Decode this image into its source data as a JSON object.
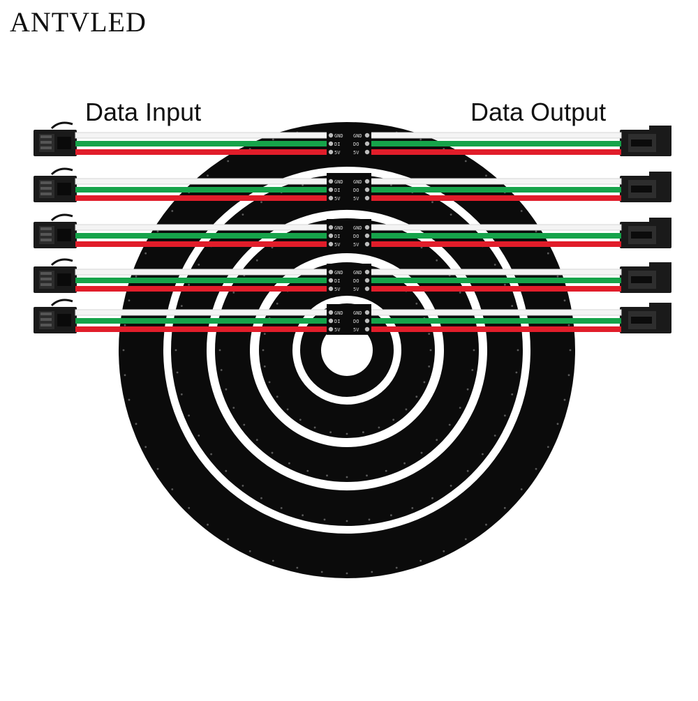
{
  "brand": "ANTVLED",
  "labels": {
    "input": "Data Input",
    "output": "Data Output"
  },
  "pads": {
    "gnd": "GND",
    "di": "DI",
    "do": "DO",
    "v5": "5V"
  },
  "wire_colors": {
    "white": "#f4f4f4",
    "green": "#16a34a",
    "red": "#e11d2a"
  },
  "board_color": "#0b0b0b",
  "ring_count": 5
}
